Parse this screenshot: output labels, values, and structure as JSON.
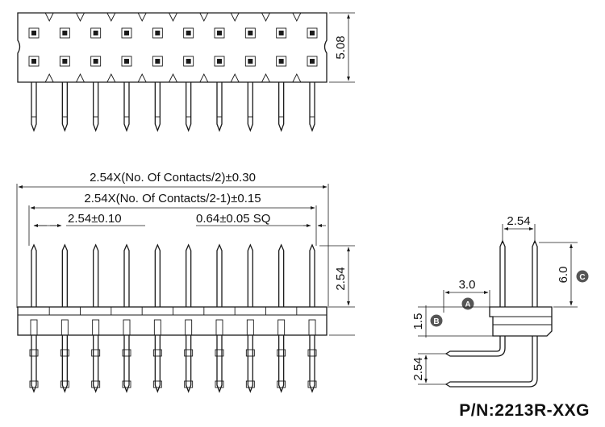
{
  "drawing": {
    "part_number": "P/N:2213R-XXG",
    "pin_count_per_row": 10,
    "top_view": {
      "height_dim": "5.08"
    },
    "front_view": {
      "overall_dim": "2.54X(No. Of Contacts/2)±0.30",
      "pin_span_dim": "2.54X(No. Of Contacts/2-1)±0.15",
      "pitch_dim": "2.54±0.10",
      "pin_size_dim": "0.64±0.05 SQ",
      "pin_height_dim": "2.54"
    },
    "side_view": {
      "pitch_dim": "2.54",
      "dim_a": "3.0",
      "dim_b": "1.5",
      "dim_c": "6.0",
      "row_spacing_dim": "2.54",
      "badge_a": "A",
      "badge_b": "B",
      "badge_c": "C"
    }
  }
}
